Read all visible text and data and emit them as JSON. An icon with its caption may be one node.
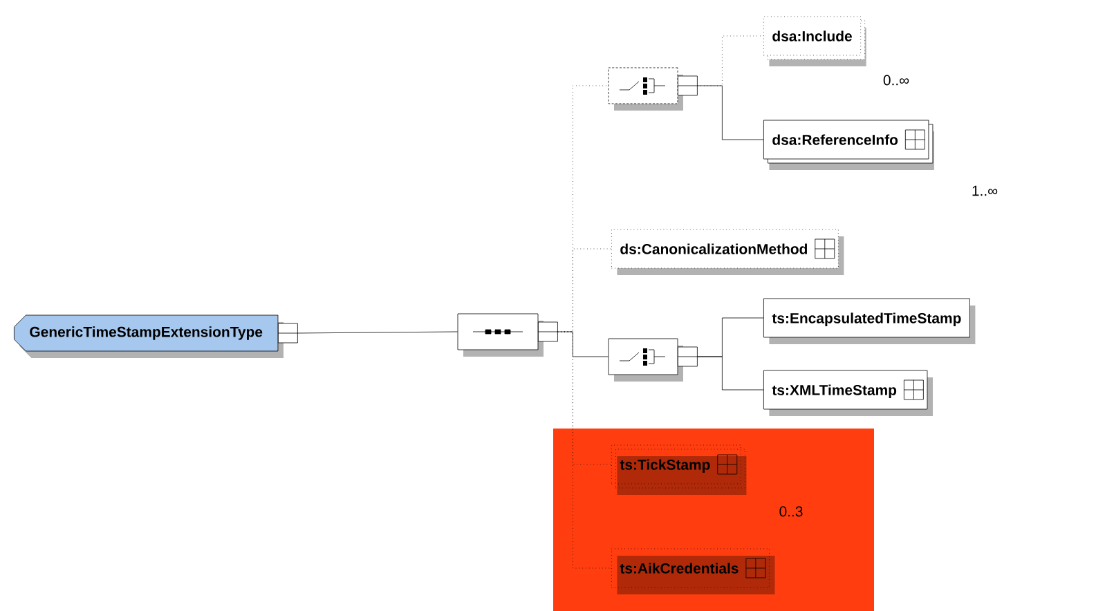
{
  "diagram": {
    "nodes": [
      {
        "text": [
          "GenericTimeStampExtensionType"
        ]
      },
      {
        "text": [],
        "shape": "octagon"
      },
      {
        "text": [],
        "shape": "octagon"
      },
      {
        "text": [
          "dsa:Include"
        ],
        "beside": [
          "0..∞"
        ]
      },
      {
        "text": [
          "dsa:ReferenceInfo"
        ],
        "beside": [
          "1..∞"
        ]
      },
      {
        "text": [
          "ds:CanonicalizationMethod"
        ]
      },
      {
        "text": [],
        "shape": "octagon"
      },
      {
        "text": [
          "ts:EncapsulatedTimeStamp"
        ]
      },
      {
        "text": [
          "ts:XMLTimeStamp"
        ]
      },
      {
        "text": [
          "ts:TickStamp"
        ],
        "beside": [
          "0..3"
        ]
      },
      {
        "text": [
          "ts:AikCredentials"
        ]
      }
    ],
    "edges": [
      {
        "from": 0,
        "to": 1,
        "arrow": "none"
      },
      {
        "from": 1,
        "to": 2,
        "arrow": "none",
        "style": "dashed"
      },
      {
        "from": 2,
        "to": 3,
        "arrow": "none",
        "style": "dashed"
      },
      {
        "from": 2,
        "to": 4,
        "arrow": "none"
      },
      {
        "from": 1,
        "to": 5,
        "arrow": "none",
        "style": "dashed"
      },
      {
        "from": 1,
        "to": 6,
        "arrow": "none"
      },
      {
        "from": 6,
        "to": 7,
        "arrow": "none"
      },
      {
        "from": 6,
        "to": 8,
        "arrow": "none"
      },
      {
        "from": 1,
        "to": 9,
        "arrow": "none",
        "style": "dashed"
      },
      {
        "from": 1,
        "to": 10,
        "arrow": "none",
        "style": "dashed"
      }
    ]
  }
}
